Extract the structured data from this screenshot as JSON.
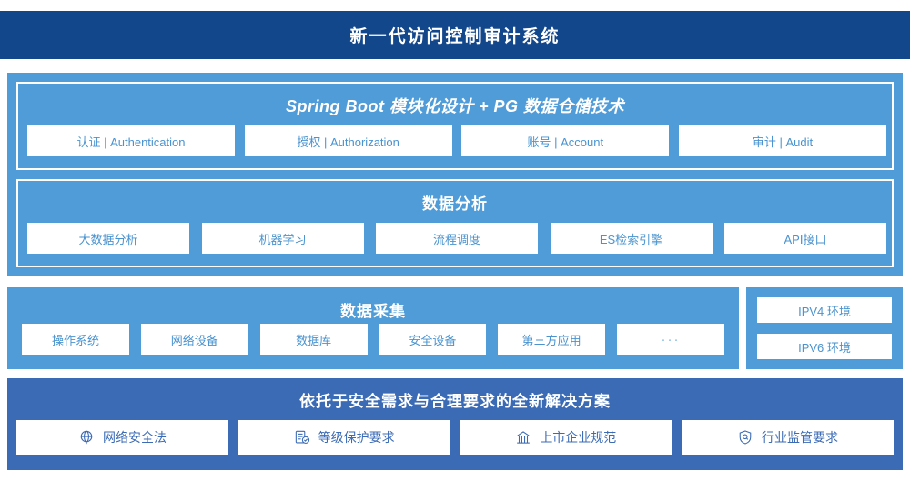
{
  "header": {
    "title": "新一代访问控制审计系统"
  },
  "colors": {
    "header_bg": "#13478c",
    "panel_bg": "#4f9cd9",
    "solution_bg": "#3b6bb5",
    "chip_bg": "#ffffff",
    "chip_text": "#4a93cf",
    "solution_chip_text": "#3b6bb5"
  },
  "springboot": {
    "title": "Spring Boot 模块化设计 + PG 数据仓储技术",
    "chips": [
      {
        "label": "认证 | Authentication"
      },
      {
        "label": "授权 | Authorization"
      },
      {
        "label": "账号 | Account"
      },
      {
        "label": "审计 | Audit"
      }
    ]
  },
  "analysis": {
    "title": "数据分析",
    "chips": [
      {
        "label": "大数据分析"
      },
      {
        "label": "机器学习"
      },
      {
        "label": "流程调度"
      },
      {
        "label": "ES检索引擎"
      },
      {
        "label": "API接口"
      }
    ]
  },
  "collection": {
    "title": "数据采集",
    "chips": [
      {
        "label": "操作系统"
      },
      {
        "label": "网络设备"
      },
      {
        "label": "数据库"
      },
      {
        "label": "安全设备"
      },
      {
        "label": "第三方应用"
      },
      {
        "label": "···"
      }
    ]
  },
  "environment": {
    "items": [
      {
        "label": "IPV4 环境"
      },
      {
        "label": "IPV6 环境"
      }
    ]
  },
  "solution": {
    "title": "依托于安全需求与合理要求的全新解决方案",
    "chips": [
      {
        "label": "网络安全法",
        "icon": "globe-icon"
      },
      {
        "label": "等级保护要求",
        "icon": "document-check-icon"
      },
      {
        "label": "上市企业规范",
        "icon": "bank-building-icon"
      },
      {
        "label": "行业监管要求",
        "icon": "shield-search-icon"
      }
    ]
  }
}
